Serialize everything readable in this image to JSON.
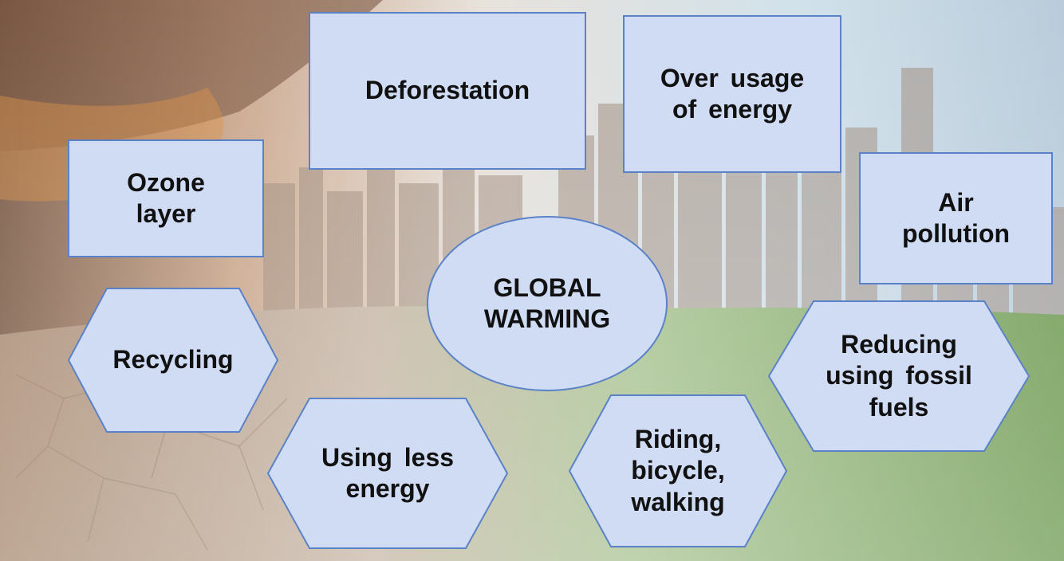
{
  "diagram": {
    "center": {
      "text": "GLOBAL\nWARMING"
    },
    "causes": [
      {
        "id": "ozone",
        "text": "Ozone\nlayer"
      },
      {
        "id": "deforestation",
        "text": "Deforestation"
      },
      {
        "id": "energy-overuse",
        "text": "Over usage\nof energy"
      },
      {
        "id": "air-pollution",
        "text": "Air\npollution"
      }
    ],
    "solutions": [
      {
        "id": "recycling",
        "text": "Recycling"
      },
      {
        "id": "less-energy",
        "text": "Using less\nenergy"
      },
      {
        "id": "riding",
        "text": "Riding,\nbicycle,\nwalking"
      },
      {
        "id": "fossil-fuels",
        "text": "Reducing\nusing fossil\nfuels"
      }
    ]
  },
  "colors": {
    "box_fill": "#cfdcf3",
    "box_stroke": "#5b82c7",
    "text": "#111111"
  }
}
